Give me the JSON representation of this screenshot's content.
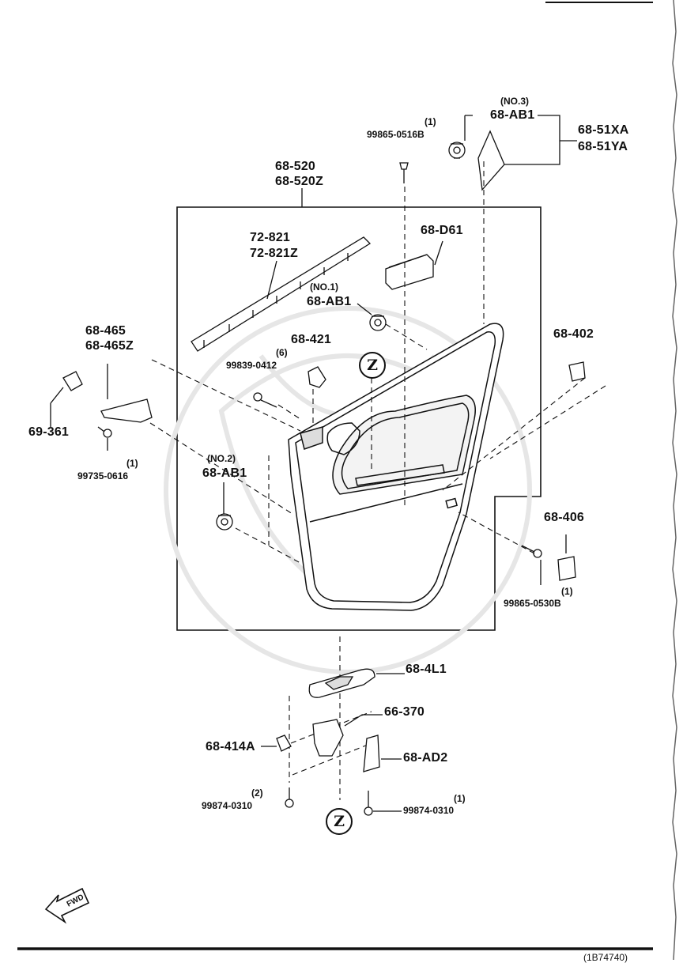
{
  "callouts": {
    "p68_ab1_no3_note": "(NO.3)",
    "p68_ab1_no3": "68-AB1",
    "p68_51xa": "68-51XA",
    "p68_51ya": "68-51YA",
    "p99865_0516b_qty": "(1)",
    "p99865_0516b": "99865-0516B",
    "p68_520": "68-520",
    "p68_520z": "68-520Z",
    "p72_821": "72-821",
    "p72_821z": "72-821Z",
    "p68_d61": "68-D61",
    "p68_ab1_no1_note": "(NO.1)",
    "p68_ab1_no1": "68-AB1",
    "p68_465": "68-465",
    "p68_465z": "68-465Z",
    "p68_421": "68-421",
    "p99839_0412_qty": "(6)",
    "p99839_0412": "99839-0412",
    "p68_402": "68-402",
    "p69_361": "69-361",
    "p99735_0616_qty": "(1)",
    "p99735_0616": "99735-0616",
    "p68_ab1_no2_note": "(NO.2)",
    "p68_ab1_no2": "68-AB1",
    "p68_406": "68-406",
    "p99865_0530b_qty": "(1)",
    "p99865_0530b": "99865-0530B",
    "p68_4l1": "68-4L1",
    "p66_370": "66-370",
    "p68_414a": "68-414A",
    "p68_ad2": "68-AD2",
    "p99874_0310_left_qty": "(2)",
    "p99874_0310_left": "99874-0310",
    "p99874_0310_right_qty": "(1)",
    "p99874_0310_right": "99874-0310"
  },
  "view_markers": {
    "upper": "Z",
    "lower": "Z"
  },
  "fwd_label": "FWD",
  "footer_ref": "(1B74740)"
}
